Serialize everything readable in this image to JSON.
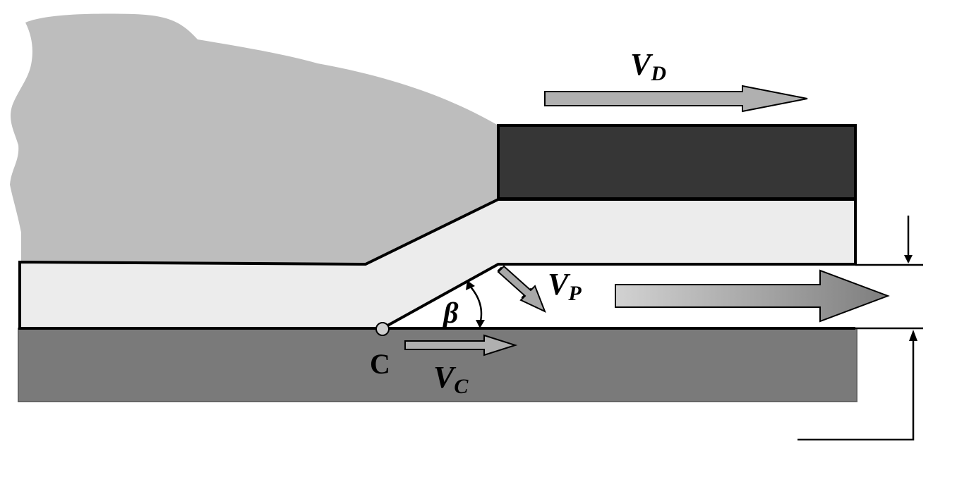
{
  "labels": {
    "detonation_velocity_main": "V",
    "detonation_velocity_sub": "D",
    "plate_velocity_main": "V",
    "plate_velocity_sub": "P",
    "collision_velocity_main": "V",
    "collision_velocity_sub": "C",
    "collision_point": "C",
    "collision_angle": "β"
  },
  "colors": {
    "explosive": "#bdbdbd",
    "buffer_block": "#363636",
    "flyer_plate": "#ececec",
    "base_plate": "#7a7a7a",
    "arrow_fill": "#b0b0b0",
    "outline": "#000000"
  }
}
